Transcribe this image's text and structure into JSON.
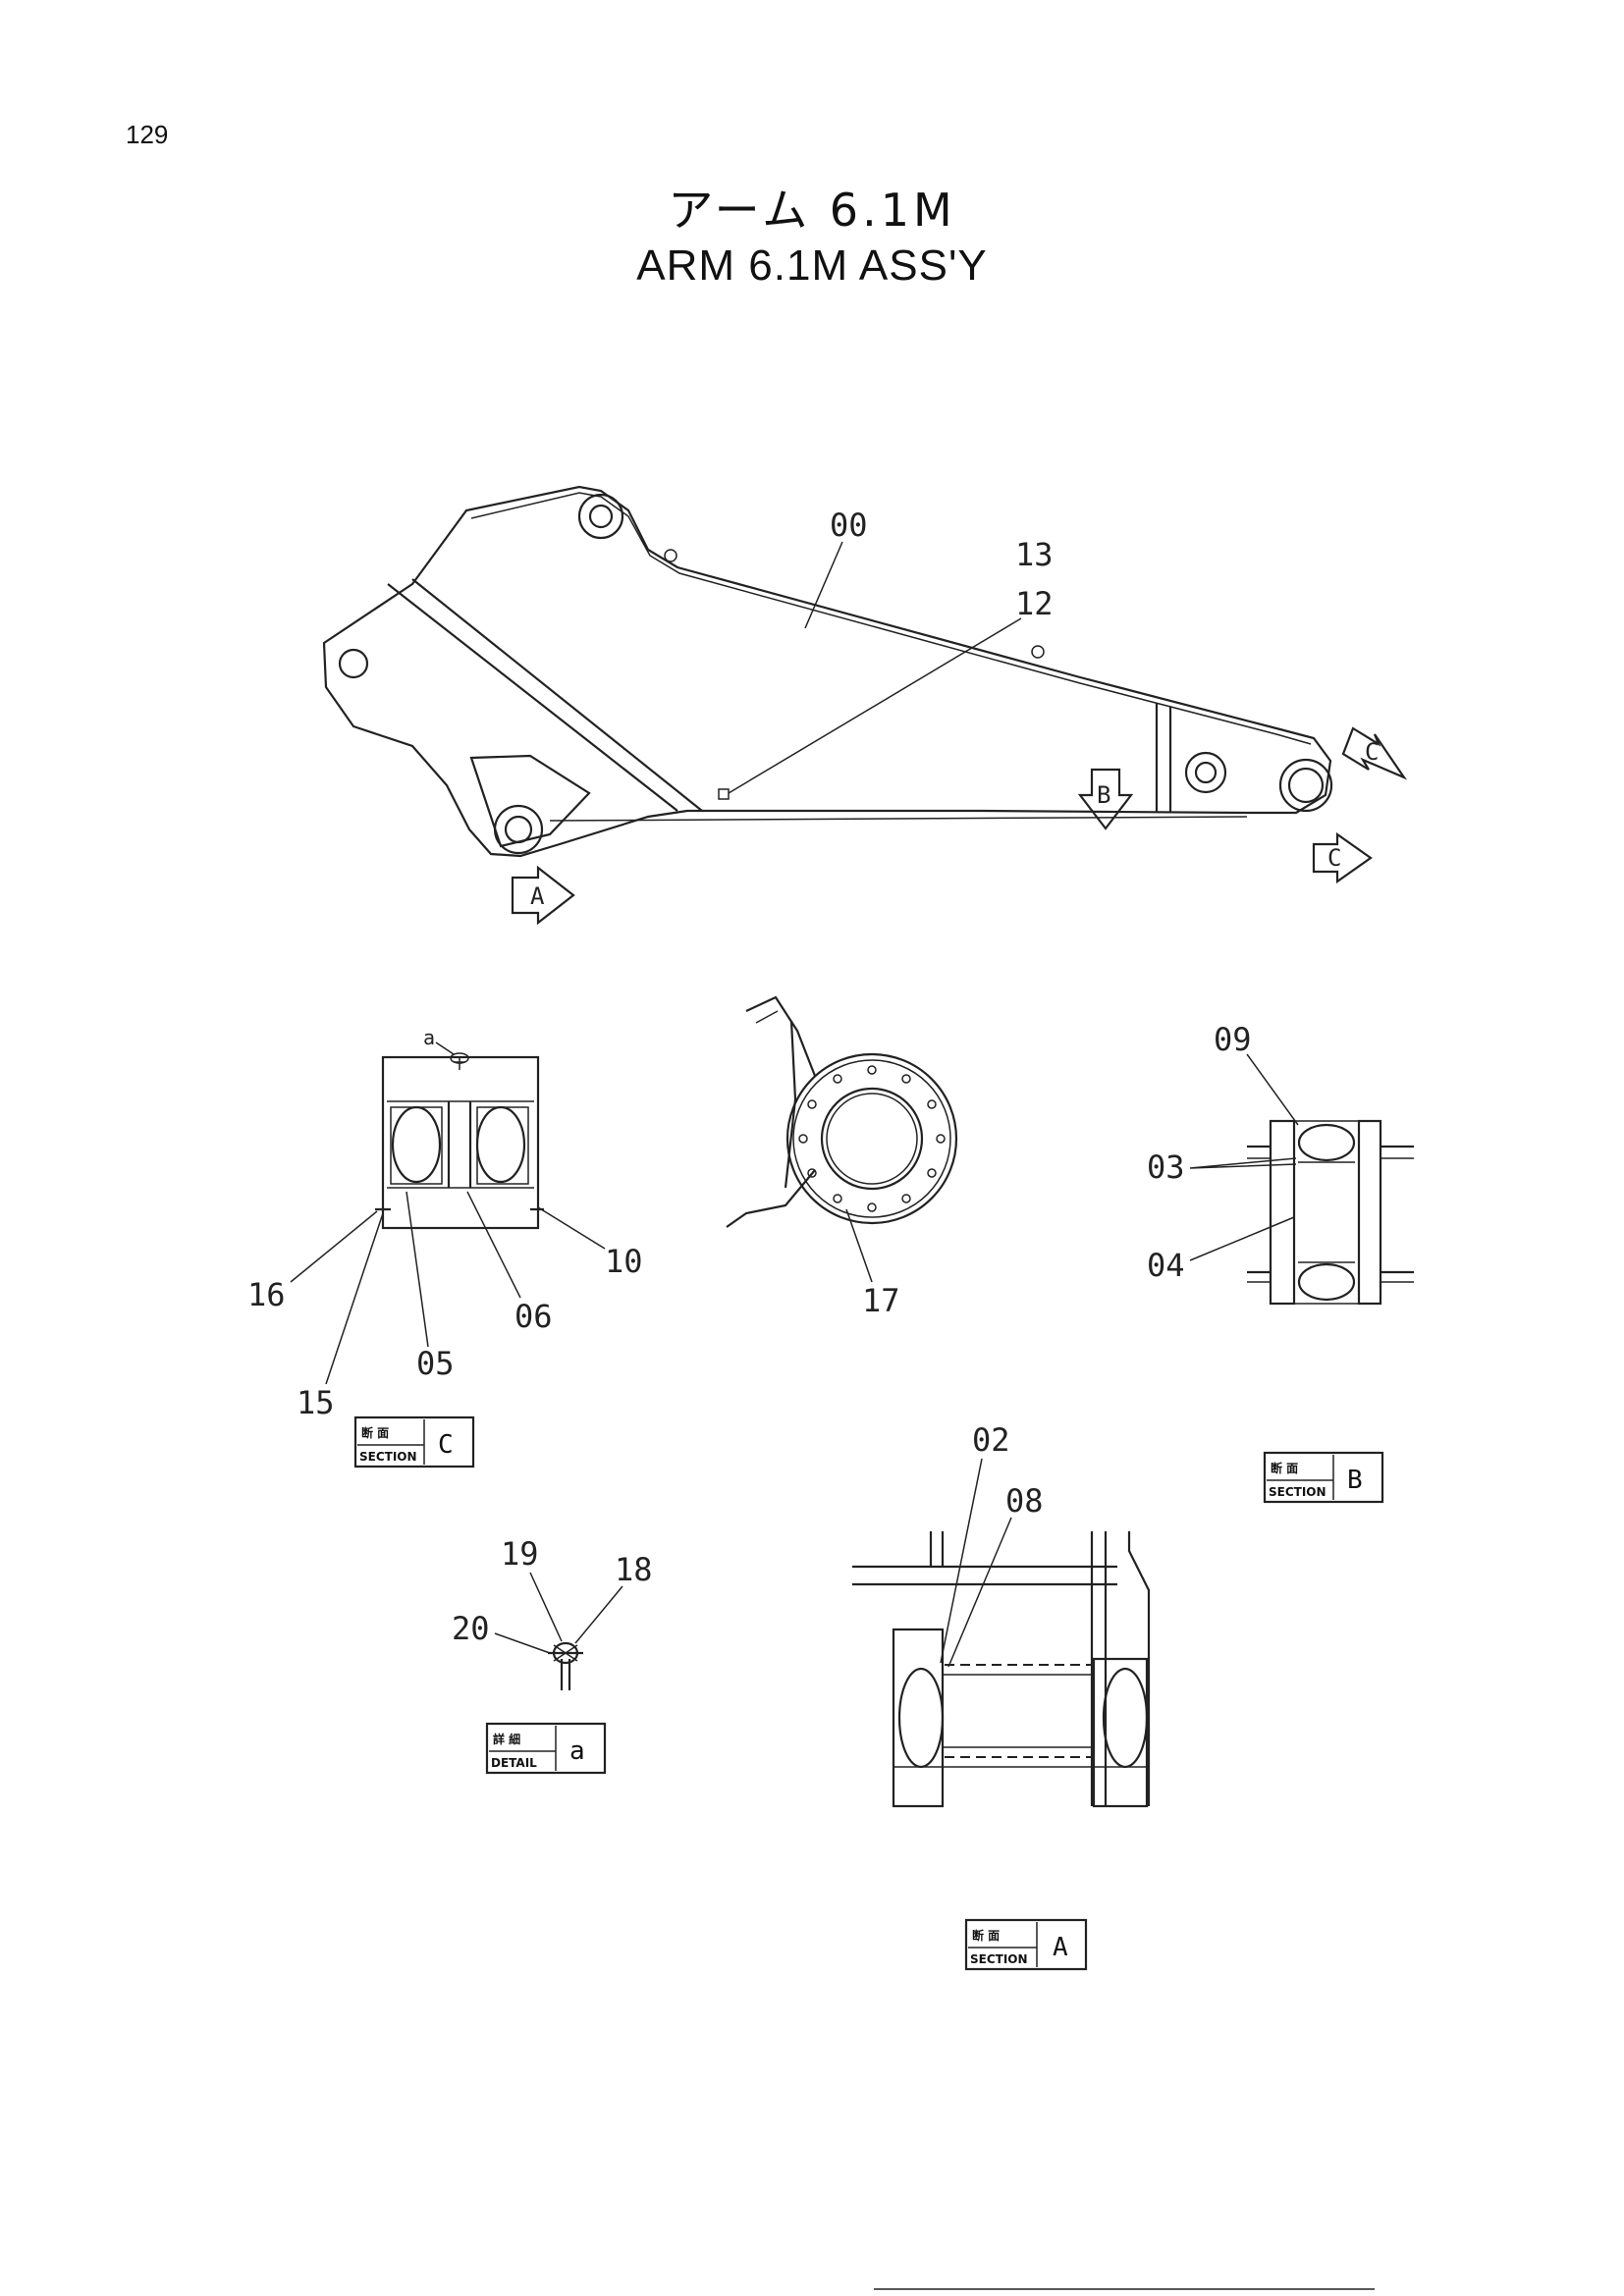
{
  "page_number": "129",
  "title_jp": "アーム 6.1M",
  "title_en": "ARM  6.1M  ASS'Y",
  "part_labels": {
    "p00": "00",
    "p13": "13",
    "p12": "12",
    "p09": "09",
    "p03": "03",
    "p04": "04",
    "p16": "16",
    "p15": "15",
    "p05": "05",
    "p06": "06",
    "p10": "10",
    "p17": "17",
    "p02": "02",
    "p08": "08",
    "p19": "19",
    "p18": "18",
    "p20": "20"
  },
  "section_arrows": {
    "a": "A",
    "b": "B",
    "c_upper": "C",
    "c_lower": "C"
  },
  "detail_marker": "a",
  "boxes": {
    "section_c": {
      "jp": "断 面",
      "en": "SECTION",
      "letter": "C"
    },
    "section_b": {
      "jp": "断 面",
      "en": "SECTION",
      "letter": "B"
    },
    "section_a": {
      "jp": "断 面",
      "en": "SECTION",
      "letter": "A"
    },
    "detail_a": {
      "jp": "詳 細",
      "en": "DETAIL",
      "letter": "a"
    }
  }
}
